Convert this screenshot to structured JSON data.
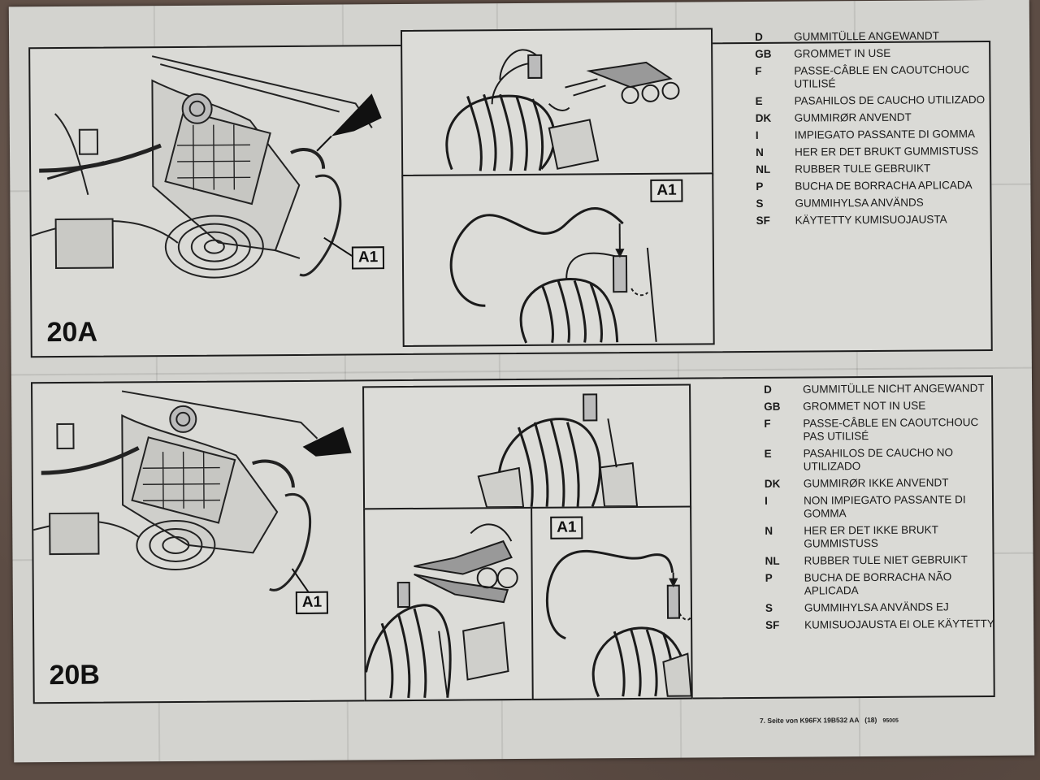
{
  "figures": {
    "a": {
      "label": "20A",
      "callout_main": "A1",
      "callout_inset": "A1"
    },
    "b": {
      "label": "20B",
      "callout_main": "A1",
      "callout_inset": "A1"
    }
  },
  "legend_a": [
    {
      "code": "D",
      "text": "GUMMITÜLLE ANGEWANDT"
    },
    {
      "code": "GB",
      "text": "GROMMET IN USE"
    },
    {
      "code": "F",
      "text": "PASSE-CÂBLE EN CAOUTCHOUC UTILISÉ"
    },
    {
      "code": "E",
      "text": "PASAHILOS DE CAUCHO UTILIZADO"
    },
    {
      "code": "DK",
      "text": "GUMMIRØR ANVENDT"
    },
    {
      "code": "I",
      "text": "IMPIEGATO PASSANTE DI GOMMA"
    },
    {
      "code": "N",
      "text": "HER ER DET BRUKT GUMMISTUSS"
    },
    {
      "code": "NL",
      "text": "RUBBER TULE GEBRUIKT"
    },
    {
      "code": "P",
      "text": "BUCHA DE BORRACHA APLICADA"
    },
    {
      "code": "S",
      "text": "GUMMIHYLSA ANVÄNDS"
    },
    {
      "code": "SF",
      "text": "KÄYTETTY KUMISUOJAUSTA"
    }
  ],
  "legend_b": [
    {
      "code": "D",
      "text": "GUMMITÜLLE NICHT ANGEWANDT"
    },
    {
      "code": "GB",
      "text": "GROMMET NOT IN USE"
    },
    {
      "code": "F",
      "text": "PASSE-CÂBLE EN CAOUTCHOUC PAS UTILISÉ"
    },
    {
      "code": "E",
      "text": "PASAHILOS DE CAUCHO NO UTILIZADO"
    },
    {
      "code": "DK",
      "text": "GUMMIRØR IKKE ANVENDT"
    },
    {
      "code": "I",
      "text": "NON IMPIEGATO PASSANTE DI GOMMA"
    },
    {
      "code": "N",
      "text": "HER ER DET IKKE BRUKT GUMMISTUSS"
    },
    {
      "code": "NL",
      "text": "RUBBER TULE NIET GEBRUIKT"
    },
    {
      "code": "P",
      "text": "BUCHA DE BORRACHA NÃO APLICADA"
    },
    {
      "code": "S",
      "text": "GUMMIHYLSA ANVÄNDS EJ"
    },
    {
      "code": "SF",
      "text": "KUMISUOJAUSTA EI OLE KÄYTETTY"
    }
  ],
  "footer": {
    "page": "7. Seite von K96FX 19B532 AA",
    "count": "(18)",
    "code": "95005"
  }
}
